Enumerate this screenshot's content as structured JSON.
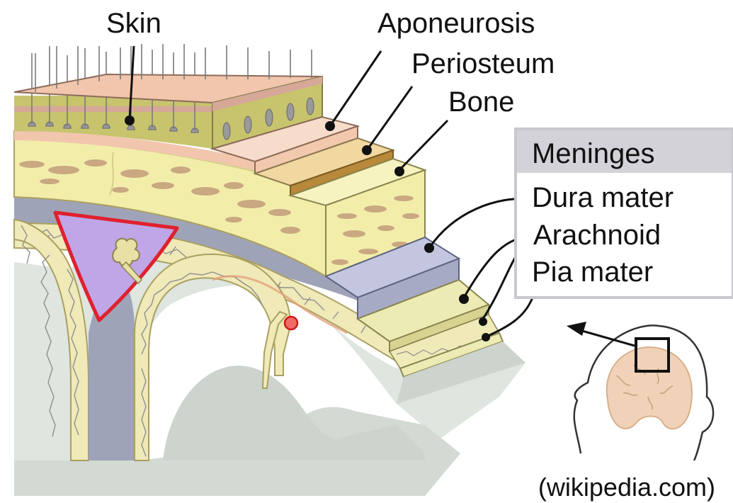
{
  "labels": {
    "skin": "Skin",
    "aponeurosis": "Aponeurosis",
    "periosteum": "Periosteum",
    "bone": "Bone"
  },
  "meninges_box": {
    "title": "Meninges",
    "dura": "Dura mater",
    "arachnoid": "Arachnoid",
    "pia": "Pia mater"
  },
  "source": "(wikipedia.com)",
  "colors": {
    "skin_top": "#f1c6ad",
    "dermis": "#c8c46e",
    "bone": "#f2eeaa",
    "bone_spot": "#c9a882",
    "dura": "#c3c6de",
    "dura_band": "#9fa3b8",
    "sinus": "#bfa6e6",
    "sinus_border": "#e0202e",
    "brain": "#dfe5df",
    "meninges_header": "#d2d2d8"
  }
}
